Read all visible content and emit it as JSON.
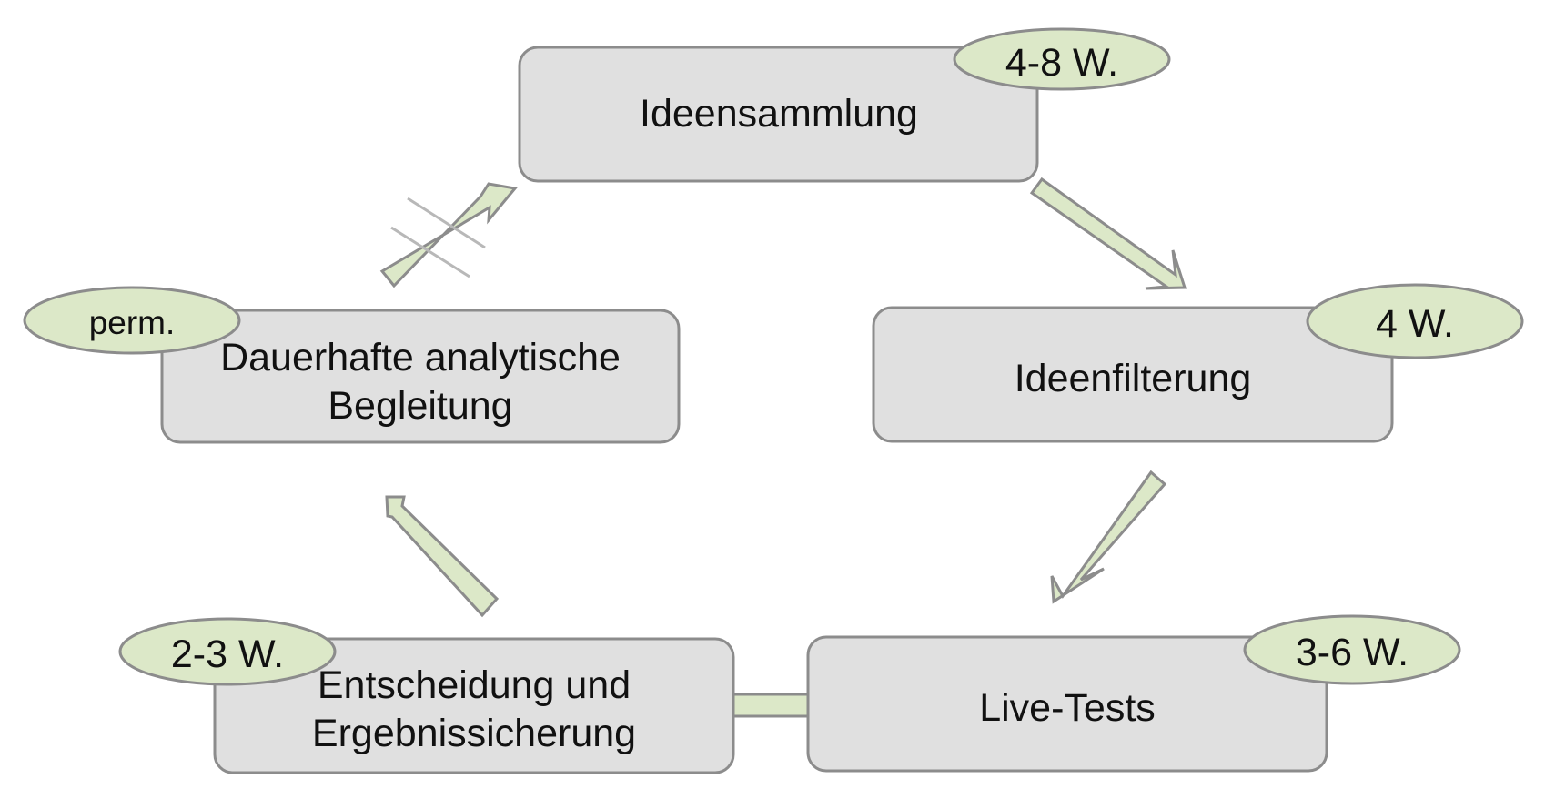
{
  "steps": {
    "ideensammlung": {
      "label": "Ideensammlung",
      "duration": "4-8 W."
    },
    "ideenfilterung": {
      "label": "Ideenfilterung",
      "duration": "4 W."
    },
    "livetests": {
      "label": "Live-Tests",
      "duration": "3-6 W."
    },
    "entscheidung": {
      "label_line1": "Entscheidung und",
      "label_line2": "Ergebnissicherung",
      "duration": "2-3 W."
    },
    "begleitung": {
      "label_line1": "Dauerhafte analytische",
      "label_line2": "Begleitung",
      "duration": "perm."
    }
  },
  "colors": {
    "box_fill": "#e0e0e0",
    "badge_fill": "#dce8c8",
    "stroke": "#8c8c8c"
  }
}
